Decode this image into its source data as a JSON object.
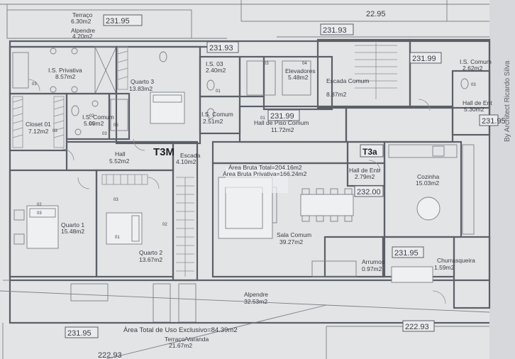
{
  "levels": [
    "231.95",
    "22.95",
    "231.93",
    "231.93",
    "231.99",
    "231.99",
    "231.95",
    "231.95",
    "232.00",
    "222.93",
    "222.93"
  ],
  "unit_tags": [
    "T3M",
    "T3a"
  ],
  "watermark": "By Architect Ricardo Silva",
  "rooms": [
    {
      "name": "Terraço",
      "area": "6.30m2"
    },
    {
      "name": "Alpendre",
      "area": "4.20m2"
    },
    {
      "name": "I.S. Privativa",
      "area": "8.57m2"
    },
    {
      "name": "Quarto 3",
      "area": "13.83m2"
    },
    {
      "name": "I.S. 03",
      "area": "2.40m2"
    },
    {
      "name": "Elevadores",
      "area": "5.48m2"
    },
    {
      "name": "Escada Comum",
      "area": "8.87m2"
    },
    {
      "name": "I.S. Comum",
      "area": "2.62m2"
    },
    {
      "name": "Closet 01",
      "area": "7.12m2"
    },
    {
      "name": "I.S. Comum",
      "area": "5.09m2"
    },
    {
      "name": "I.S. Comum",
      "area": "2.51m2"
    },
    {
      "name": "Hall de Piso Comum",
      "area": "11.72m2"
    },
    {
      "name": "Hall de Ent",
      "area": "5.30m2"
    },
    {
      "name": "Hall",
      "area": "5.52m2"
    },
    {
      "name": "Escada",
      "area": "4.10m2"
    },
    {
      "name": "Hall de Entr",
      "area": "2.79m2"
    },
    {
      "name": "Cozinha",
      "area": "15.03m2"
    },
    {
      "name": "Quarto 1",
      "area": "15.48m2"
    },
    {
      "name": "Quarto 2",
      "area": "13.67m2"
    },
    {
      "name": "Sala Comum",
      "area": "39.27m2"
    },
    {
      "name": "Arrumos",
      "area": "0.97m2"
    },
    {
      "name": "Churrasqueira",
      "area": "1.59m2"
    },
    {
      "name": "Alpendre",
      "area": "32.53m2"
    },
    {
      "name": "Terraço/Varanda",
      "area": "21.67m2"
    }
  ],
  "gross_areas": {
    "total": "Área Bruta Total=204.16m2",
    "private": "Área Bruta Privativa=166.24m2"
  },
  "exclusive_area": "Área Total de Uso Exclusivo=84.39m2",
  "door_codes": [
    "03",
    "01",
    "03",
    "04",
    "03",
    "05",
    "02",
    "01",
    "03",
    "03",
    "01",
    "02",
    "03",
    "01",
    "02",
    "03"
  ]
}
